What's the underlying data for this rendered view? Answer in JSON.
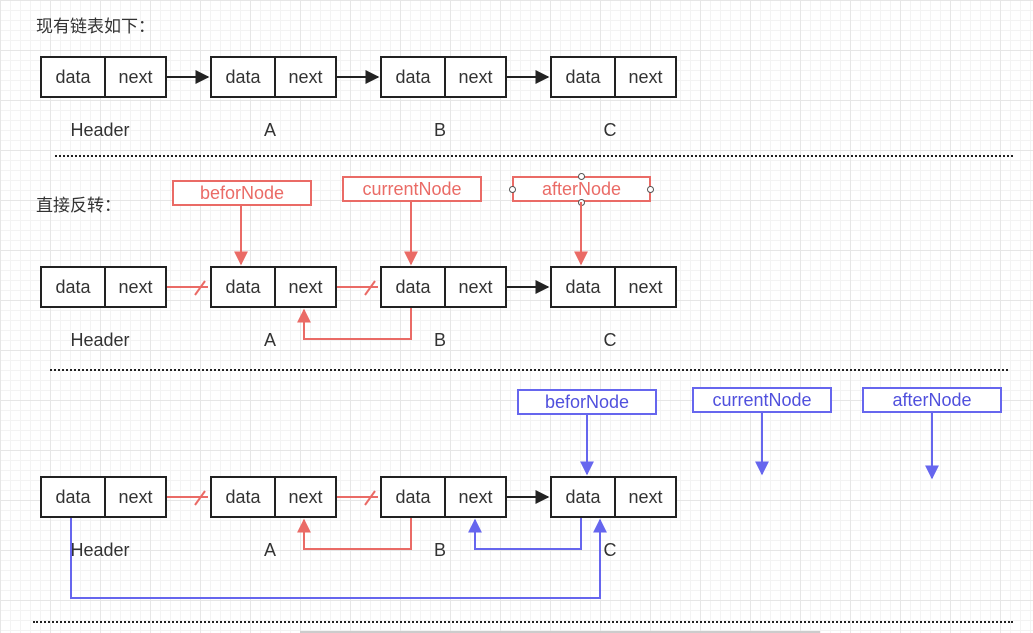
{
  "sections": {
    "existing_title": "现有链表如下：",
    "direct_title": "直接反转："
  },
  "cell_text": {
    "data": "data",
    "next": "next"
  },
  "node_labels": [
    "Header",
    "A",
    "B",
    "C"
  ],
  "pointers": {
    "before": "beforNode",
    "current": "currentNode",
    "after": "afterNode"
  },
  "colors": {
    "red": "#ea6b66",
    "blue": "#6666ee",
    "black": "#222222"
  }
}
